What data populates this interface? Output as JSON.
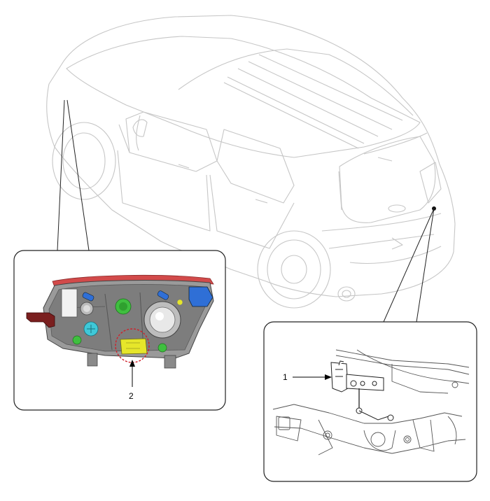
{
  "callouts": [
    {
      "id": "1",
      "label": "1"
    },
    {
      "id": "2",
      "label": "2"
    }
  ],
  "colors": {
    "line_art": "#c8c8c8",
    "frame": "#222222",
    "housing_dark": "#6e6e6e",
    "housing_mid": "#9a9a9a",
    "lens_red": "#d24a4a",
    "connector_blue": "#2f6fd6",
    "bulb_green": "#3fbf3f",
    "socket_cyan": "#3fc8d8",
    "sensor_yellow": "#e6e62a",
    "highlight_red": "#d0202a",
    "bracket_maroon": "#7a1f1f"
  },
  "icons": {
    "vehicle": "rear-three-quarter-vehicle-icon",
    "lamp": "headlamp-assembly-icon",
    "sensor": "height-sensor-icon"
  }
}
